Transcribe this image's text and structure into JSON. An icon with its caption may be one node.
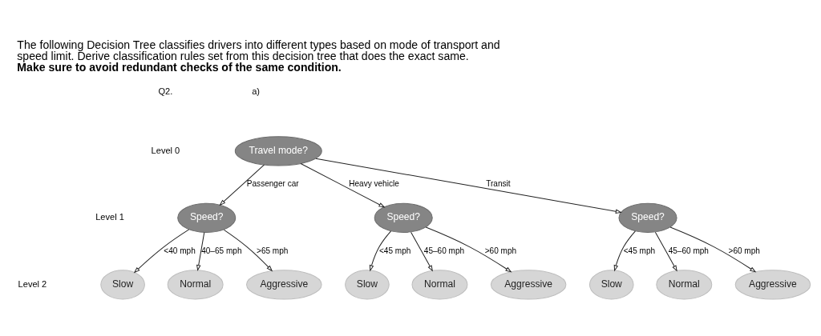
{
  "diagram": {
    "title": "The following Decision Tree classifies drivers into different types based on mode of transport and speed limit. Derive classification rules set from this decision tree that does the exact same. **Make sure to avoid redundant checks of the same condition.**",
    "nodes": [
      {
        "text": [
          "Travel mode?"
        ]
      },
      {
        "text": [
          "Speed?"
        ]
      },
      {
        "text": [
          "Speed?"
        ]
      },
      {
        "text": [
          "Speed?"
        ]
      },
      {
        "text": [
          "Slow"
        ]
      },
      {
        "text": [
          "Normal"
        ]
      },
      {
        "text": [
          "Aggressive"
        ]
      },
      {
        "text": [
          "Slow"
        ]
      },
      {
        "text": [
          "Normal"
        ]
      },
      {
        "text": [
          "Aggressive"
        ]
      },
      {
        "text": [
          "Slow"
        ]
      },
      {
        "text": [
          "Normal"
        ]
      },
      {
        "text": [
          "Aggressive"
        ]
      }
    ],
    "edges": [
      {
        "from": 0,
        "to": 1,
        "arrow": "to",
        "label": "Passenger car"
      },
      {
        "from": 0,
        "to": 2,
        "arrow": "to",
        "label": "Heavy vehicle"
      },
      {
        "from": 0,
        "to": 3,
        "arrow": "to",
        "label": "Transit"
      },
      {
        "from": 1,
        "to": 4,
        "arrow": "to",
        "label": "<40 mph"
      },
      {
        "from": 1,
        "to": 5,
        "arrow": "to",
        "label": "40–65 mph"
      },
      {
        "from": 1,
        "to": 6,
        "arrow": "to",
        "label": ">65 mph"
      },
      {
        "from": 2,
        "to": 7,
        "arrow": "to",
        "label": "<45 mph"
      },
      {
        "from": 2,
        "to": 8,
        "arrow": "to",
        "label": "45–60 mph"
      },
      {
        "from": 2,
        "to": 9,
        "arrow": "to",
        "label": ">60 mph"
      },
      {
        "from": 3,
        "to": 10,
        "arrow": "to",
        "label": "<45 mph"
      },
      {
        "from": 3,
        "to": 11,
        "arrow": "to",
        "label": "45–60 mph"
      },
      {
        "from": 3,
        "to": 12,
        "arrow": "to",
        "label": ">60 mph"
      }
    ],
    "labels": [
      "Q2.",
      "a)",
      "Level 0",
      "Level 1",
      "Level 2"
    ]
  }
}
